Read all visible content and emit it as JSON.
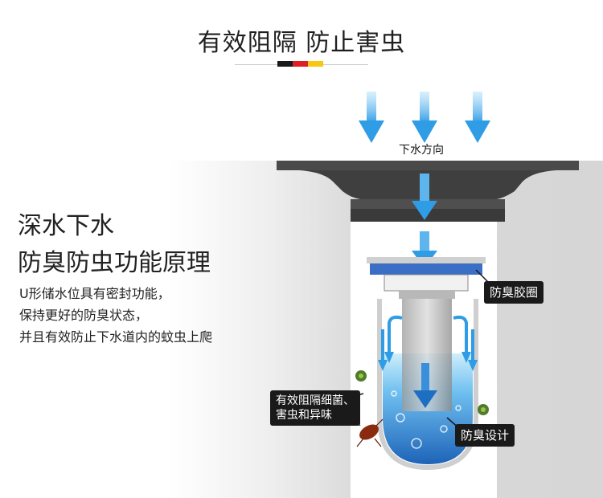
{
  "header": {
    "title": "有效阻隔 防止害虫"
  },
  "flag_colors": [
    "#1a1a1a",
    "#dd1f26",
    "#f6c811"
  ],
  "left_text": {
    "heading_line1": "深水下水",
    "heading_line2": "防臭防虫功能原理",
    "desc_line1": "U形储水位具有密封功能，",
    "desc_line2": "保持更好的防臭状态，",
    "desc_line3": "并且有效防止下水道内的蚊虫上爬"
  },
  "diagram": {
    "flow_label": "下水方向",
    "gasket_label": "防臭胶圈",
    "barrier_label": "有效阻隔细菌、害虫和异味",
    "barrier_line1": "有效阻隔细菌、",
    "barrier_line2": "害虫和异味",
    "design_label": "防臭设计",
    "colors": {
      "arrow": "#3aa6e8",
      "water_dark": "#1e6fc2",
      "water_light": "#8fd0f4",
      "drain_body": "#4a4a4a",
      "gasket": "#3b6fc6"
    },
    "icons": [
      "down-arrow-icon",
      "bug-icon",
      "cockroach-icon"
    ]
  }
}
